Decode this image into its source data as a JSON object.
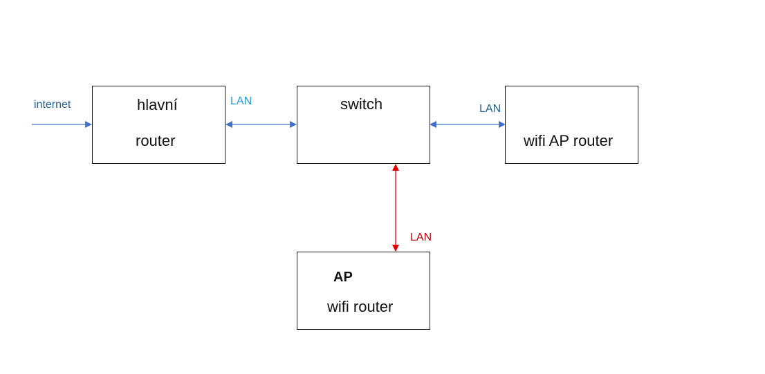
{
  "colors": {
    "connector_blue": "#4472c4",
    "connector_red": "#e00000",
    "label_internet": "#1f5f8b",
    "label_lan_1": "#1e9bd7",
    "label_lan_2": "#1f5f8b",
    "label_lan_3": "#c00000",
    "box_border": "#1a1a1a"
  },
  "nodes": {
    "main_router": {
      "line1": "hlavní",
      "line2": "router"
    },
    "switch": {
      "line1": "switch"
    },
    "wifi_ap_router": {
      "line1": "wifi AP router"
    },
    "ap_wifi_router": {
      "line1": "AP",
      "line2": "wifi router"
    }
  },
  "labels": {
    "internet": "internet",
    "lan_router_switch": "LAN",
    "lan_switch_wifi": "LAN",
    "lan_switch_ap": "LAN"
  }
}
